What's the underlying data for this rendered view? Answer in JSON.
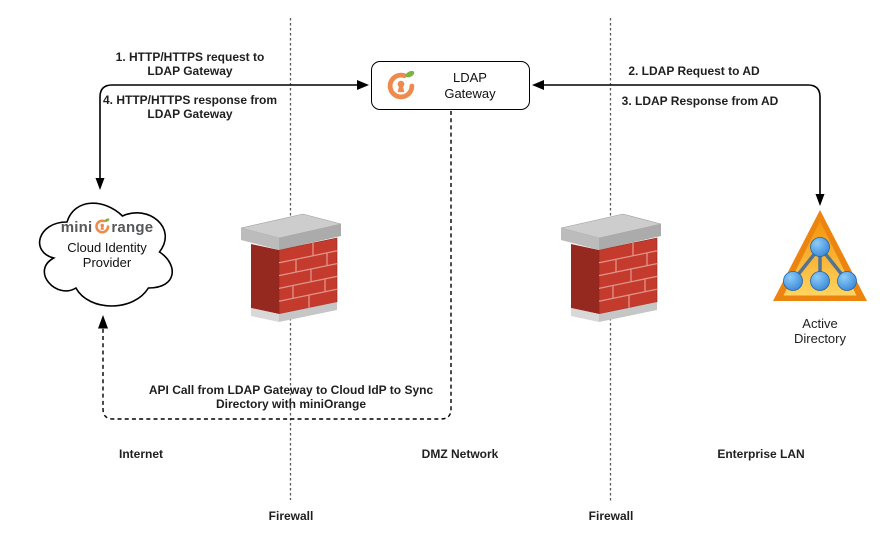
{
  "nodes": {
    "cloud": {
      "logo_prefix": "mini",
      "logo_suffix": "range",
      "label": "Cloud Identity\nProvider"
    },
    "ldap_gateway": {
      "label": "LDAP\nGateway"
    },
    "active_directory": {
      "label": "Active Directory"
    },
    "firewall_left": {
      "label": "Firewall"
    },
    "firewall_right": {
      "label": "Firewall"
    }
  },
  "edges": {
    "http_request": {
      "label": "1. HTTP/HTTPS request to\nLDAP Gateway"
    },
    "http_response": {
      "label": "4. HTTP/HTTPS response from\nLDAP Gateway"
    },
    "ldap_request": {
      "label": "2. LDAP Request to AD"
    },
    "ldap_response": {
      "label": "3. LDAP Response from AD"
    },
    "api_call": {
      "label": "API Call from LDAP Gateway to Cloud IdP to Sync\nDirectory with miniOrange"
    }
  },
  "zones": {
    "internet": {
      "label": "Internet"
    },
    "dmz": {
      "label": "DMZ Network"
    },
    "enterprise": {
      "label": "Enterprise LAN"
    }
  },
  "icons": {
    "miniorange_logo": "miniorange-ring-keyhole-leaf",
    "firewall": "red-brick-wall",
    "active_directory": "orange-triangle-blue-nodes"
  },
  "colors": {
    "brick_red": "#c43a2c",
    "brick_mortar": "#e2938a",
    "cap_gray": "#cdcdcd",
    "ad_orange_dark": "#ed8410",
    "ad_orange_light": "#ffd45e",
    "ad_node_blue": "#2577cf",
    "logo_orange": "#ee8a4e",
    "leaf_green": "#7cb342",
    "line_black": "#000000",
    "separator_gray": "#5b5b5b"
  }
}
